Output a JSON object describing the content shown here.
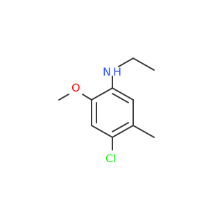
{
  "molecule": {
    "atoms": {
      "nh": "N\nH",
      "n": "N",
      "h": "H",
      "o": "O",
      "cl": "Cl"
    },
    "colors": {
      "bond": "#3a3a3a",
      "nitrogen": "#3050f8",
      "oxygen": "#ff0d0d",
      "chlorine": "#1ff01f",
      "background": "#ffffff"
    }
  }
}
